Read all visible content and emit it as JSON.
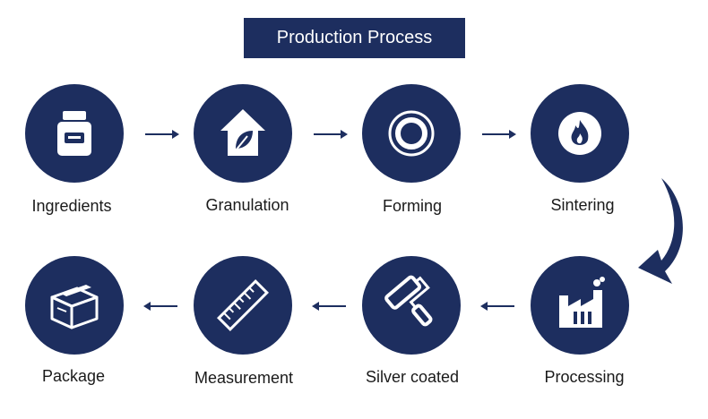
{
  "title": "Production Process",
  "steps": [
    {
      "label": "Ingredients",
      "icon": "jar-icon"
    },
    {
      "label": "Granulation",
      "icon": "house-leaf-icon"
    },
    {
      "label": "Forming",
      "icon": "ring-icon"
    },
    {
      "label": "Sintering",
      "icon": "flame-icon"
    },
    {
      "label": "Processing",
      "icon": "factory-icon"
    },
    {
      "label": "Silver coated",
      "icon": "paint-roller-icon"
    },
    {
      "label": "Measurement",
      "icon": "ruler-icon"
    },
    {
      "label": "Package",
      "icon": "box-icon"
    }
  ],
  "colors": {
    "primary": "#1d2e5f",
    "text": "#1a1a1a",
    "background": "#ffffff"
  }
}
